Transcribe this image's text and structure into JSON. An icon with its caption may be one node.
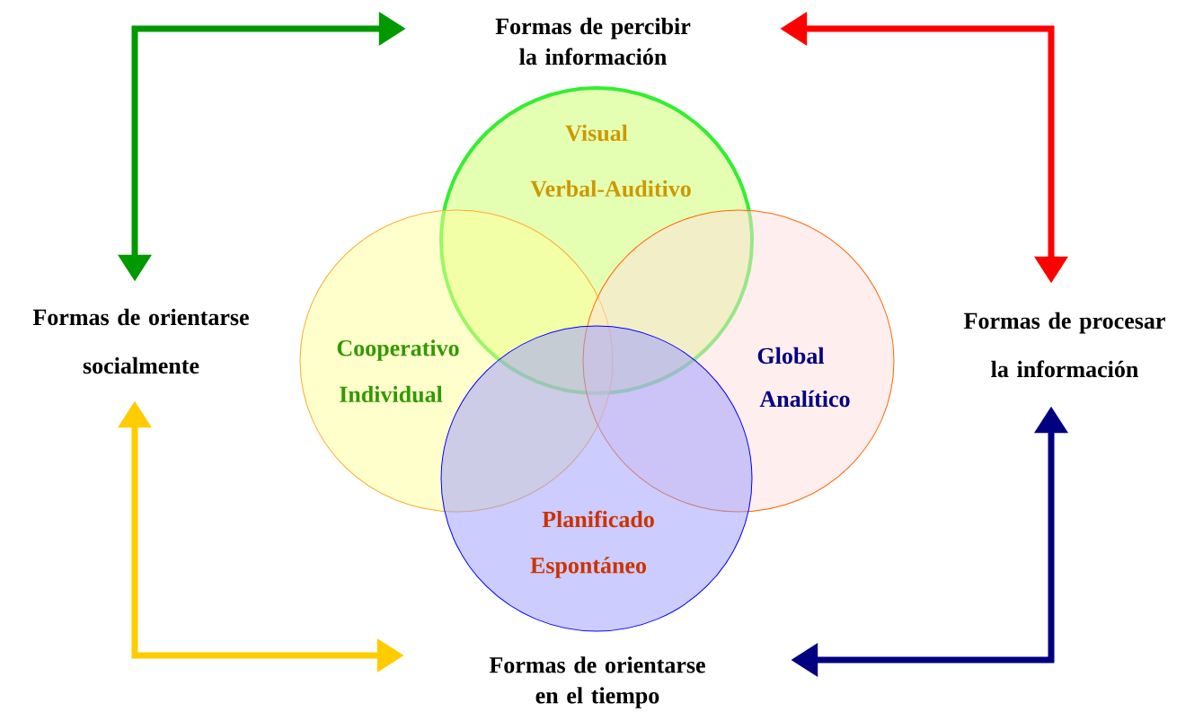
{
  "diagram": {
    "nodes": [
      {
        "text": [
          "Formas de percibir la información"
        ]
      },
      {
        "text": [
          "Visual",
          "Verbal-Auditivo"
        ]
      },
      {
        "text": [
          "Formas de orientarse socialmente"
        ]
      },
      {
        "text": [
          "Cooperativo",
          "Individual"
        ]
      },
      {
        "text": [
          "Global",
          "Analítico"
        ]
      },
      {
        "text": [
          "Formas de procesar la información"
        ]
      },
      {
        "text": [
          "Planificado",
          "Espontáneo"
        ]
      },
      {
        "text": [
          "Formas de orientarse en el tiempo"
        ]
      }
    ],
    "edges": [
      {
        "from": 2,
        "to": 0,
        "arrow": "both",
        "color": "#009900"
      },
      {
        "from": 0,
        "to": 5,
        "arrow": "both",
        "color": "#ff0000"
      },
      {
        "from": 5,
        "to": 7,
        "arrow": "both",
        "color": "#000080"
      },
      {
        "from": 7,
        "to": 2,
        "arrow": "both",
        "color": "#ffcc00"
      }
    ]
  }
}
